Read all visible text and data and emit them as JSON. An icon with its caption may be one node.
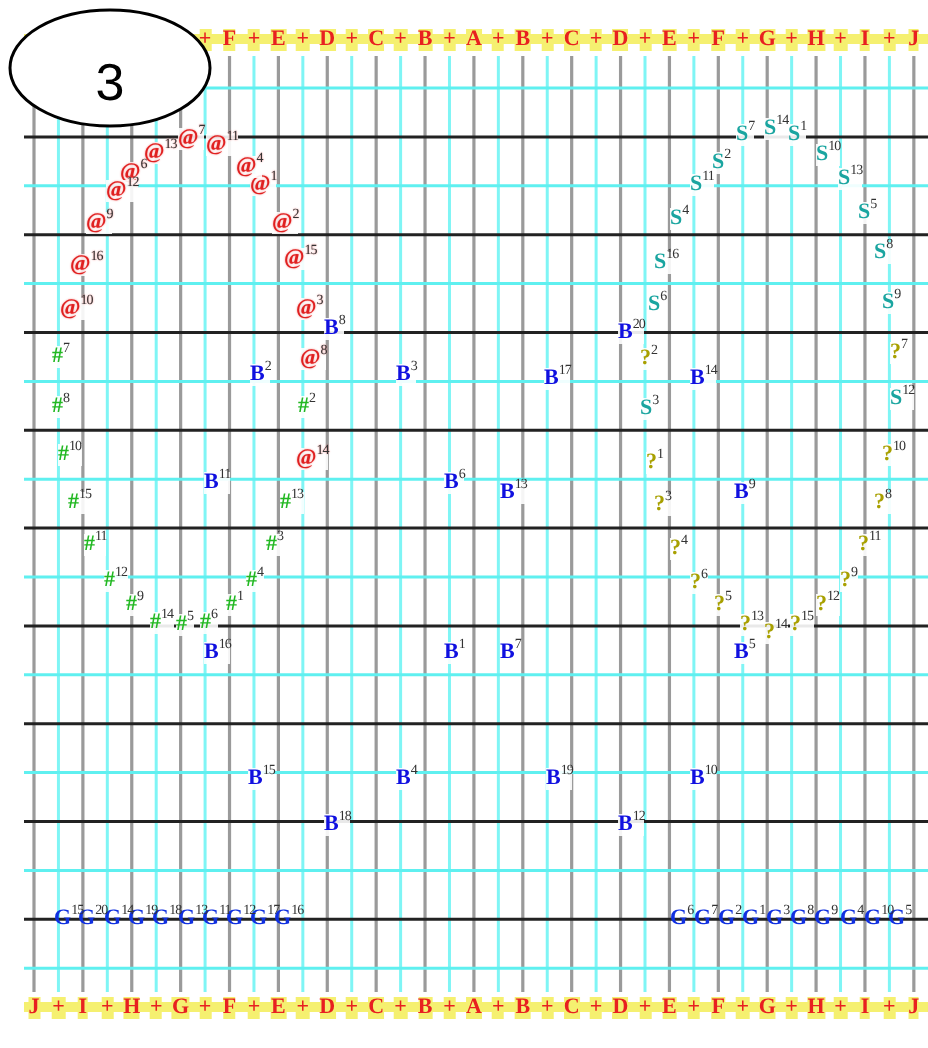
{
  "diagram": {
    "nodes": [
      {
        "text": [
          "3"
        ]
      }
    ],
    "labels": [
      "+",
      "F",
      "+",
      "E",
      "+",
      "D",
      "+",
      "C",
      "+",
      "B",
      "+",
      "A",
      "+",
      "B",
      "+",
      "C",
      "+",
      "D",
      "+",
      "E",
      "+",
      "F",
      "+",
      "G",
      "+",
      "H",
      "+",
      "I",
      "+",
      "J",
      "@$^{9}$",
      "@$^{12}$",
      "@$^{6}$",
      "@$^{13}$",
      "@$^{7}$",
      "@$^{11}$",
      "@$^{4}$",
      "@$^{1}$",
      "@$^{2}$",
      "@$^{16}$",
      "@$^{10}$",
      "@$^{15}$",
      "@$^{3}$",
      "@$^{8}$",
      "@$^{14}$",
      "#$^{7}$",
      "#$^{8}$",
      "#$^{10}$",
      "#$^{15}$",
      "#$^{11}$",
      "#$^{12}$",
      "#$^{9}$",
      "#$^{14}$",
      "#$^{5}$",
      "#$^{6}$",
      "#$^{1}$",
      "#$^{4}$",
      "#$^{3}$",
      "#$^{13}$",
      "#$^{2}$",
      "B$^{8}$",
      "B$^{2}$",
      "B$^{3}$",
      "B$^{11}$",
      "B$^{6}$",
      "B$^{16}$",
      "B$^{1}$",
      "B$^{20}$",
      "B$^{17}$",
      "B$^{14}$",
      "B$^{13}$",
      "B$^{9}$",
      "B$^{7}$",
      "B$^{5}$",
      "B$^{15}$",
      "B$^{18}$",
      "B$^{4}$",
      "B$^{19}$",
      "B$^{12}$",
      "B$^{10}$",
      "S$^{4}$",
      "S$^{11}$",
      "S$^{2}$",
      "S$^{7}$",
      "S$^{14}$",
      "S$^{1}$",
      "S$^{10}$",
      "S$^{13}$",
      "S$^{5}$",
      "S$^{16}$",
      "S$^{6}$",
      "S$^{3}$",
      "S$^{8}$",
      "S$^{9}$",
      "S$^{12}$",
      "?$^{2}$",
      "?$^{1}$",
      "?$^{3}$",
      "?$^{4}$",
      "?$^{6}$",
      "?$^{5}$",
      "?$^{13}$",
      "?$^{14}$",
      "?$^{15}$",
      "?$^{12}$",
      "?$^{9}$",
      "?$^{11}$",
      "?$^{8}$",
      "?$^{10}$",
      "?$^{7}$",
      "G$^{15}$",
      "G$^{20}$",
      "G$^{14}$",
      "G$^{19}$",
      "G$^{18}$",
      "G$^{13}$",
      "G$^{11}$",
      "G$^{12}$",
      "G$^{17}$",
      "G$^{16}$",
      "G$^{6}$",
      "G$^{7}$",
      "G$^{2}$",
      "G$^{1}$",
      "G$^{3}$",
      "G$^{8}$",
      "G$^{9}$",
      "G$^{4}$",
      "G$^{10}$",
      "G$^{5}$",
      "J",
      "+",
      "I",
      "+",
      "H",
      "+",
      "G",
      "+",
      "F",
      "+",
      "E",
      "+",
      "D",
      "+",
      "C",
      "+",
      "B",
      "+",
      "A",
      "+",
      "B",
      "+",
      "C",
      "+",
      "D",
      "+",
      "E",
      "+",
      "F",
      "+",
      "G",
      "+",
      "H",
      "+",
      "I",
      "+",
      "J"
    ]
  }
}
